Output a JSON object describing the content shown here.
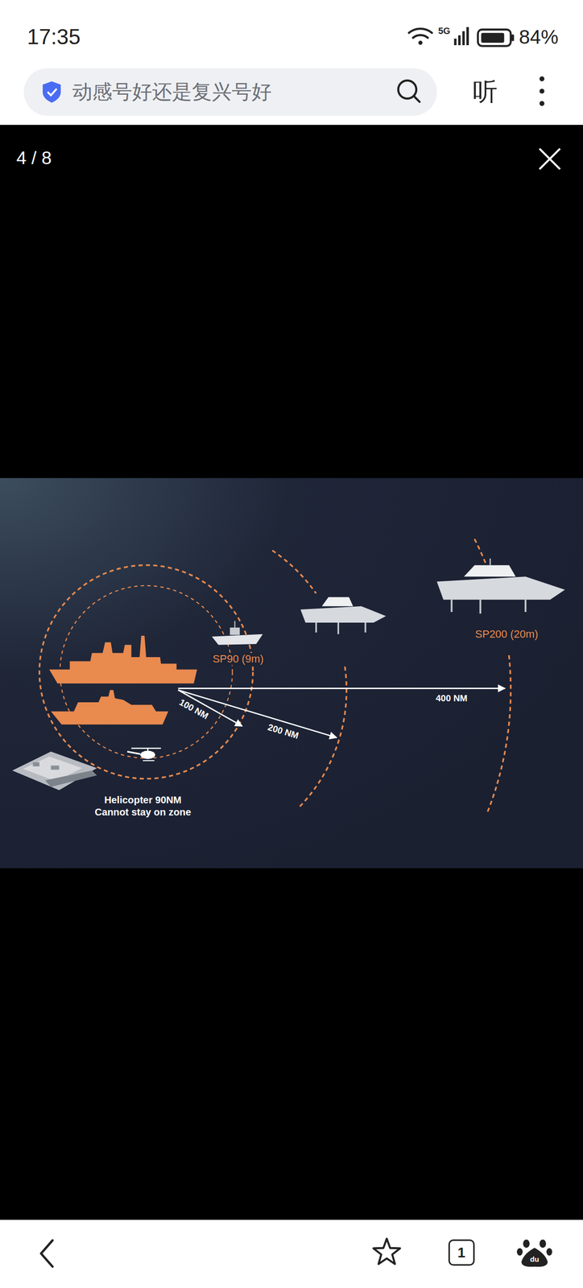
{
  "diagram": {
    "nodes": [
      {
        "text": [
          "动感号好还是复兴号好"
        ]
      },
      {
        "text": [
          "1"
        ]
      }
    ],
    "labels": [
      "17:35",
      "5G",
      "84%",
      "听",
      "4 / 8",
      "SP90 (9m)",
      "SP200 (20m)",
      "100 NM",
      "200 NM",
      "400 NM",
      "Helicopter 90NM",
      "Cannot stay on zone",
      "du"
    ]
  }
}
